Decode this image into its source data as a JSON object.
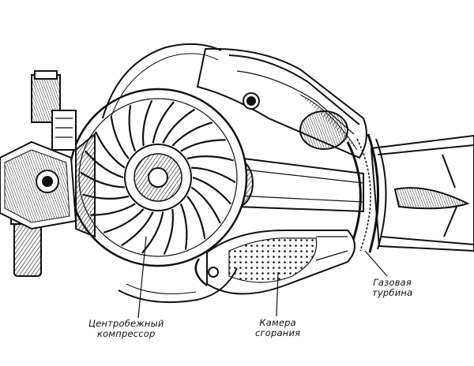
{
  "labels": {
    "compressor": {
      "line1": "Центробежный",
      "line2": "компрессор"
    },
    "chamber": {
      "line1": "Камера",
      "line2": "сгорания"
    },
    "turbine": {
      "line1": "Газовая",
      "line2": "турбина"
    }
  },
  "colors": {
    "ink": "#111111",
    "paper": "#ffffff"
  }
}
